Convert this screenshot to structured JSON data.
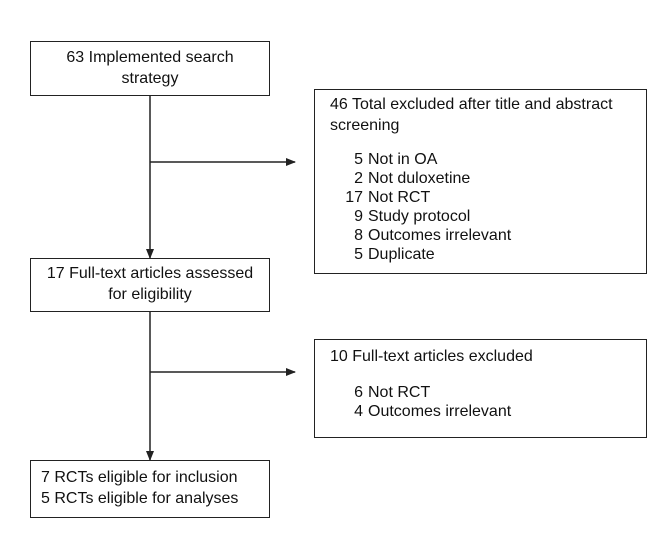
{
  "boxes": {
    "search": {
      "lines": [
        "63 Implemented search",
        "strategy"
      ]
    },
    "excluded_screening": {
      "heading": [
        "46 Total excluded after title and abstract",
        "screening"
      ],
      "items": [
        {
          "count": "5",
          "label": "Not in OA"
        },
        {
          "count": "2",
          "label": "Not duloxetine"
        },
        {
          "count": "17",
          "label": "Not RCT"
        },
        {
          "count": "9",
          "label": "Study protocol"
        },
        {
          "count": "8",
          "label": "Outcomes irrelevant"
        },
        {
          "count": "5",
          "label": "Duplicate"
        }
      ]
    },
    "fulltext": {
      "lines": [
        "17 Full-text articles assessed",
        "for eligibility"
      ]
    },
    "excluded_fulltext": {
      "heading": [
        "10 Full-text articles excluded"
      ],
      "items": [
        {
          "count": "6",
          "label": "Not RCT"
        },
        {
          "count": "4",
          "label": "Outcomes irrelevant"
        }
      ]
    },
    "eligible": {
      "lines": [
        "7 RCTs eligible for inclusion",
        "5 RCTs eligible for analyses"
      ]
    }
  }
}
